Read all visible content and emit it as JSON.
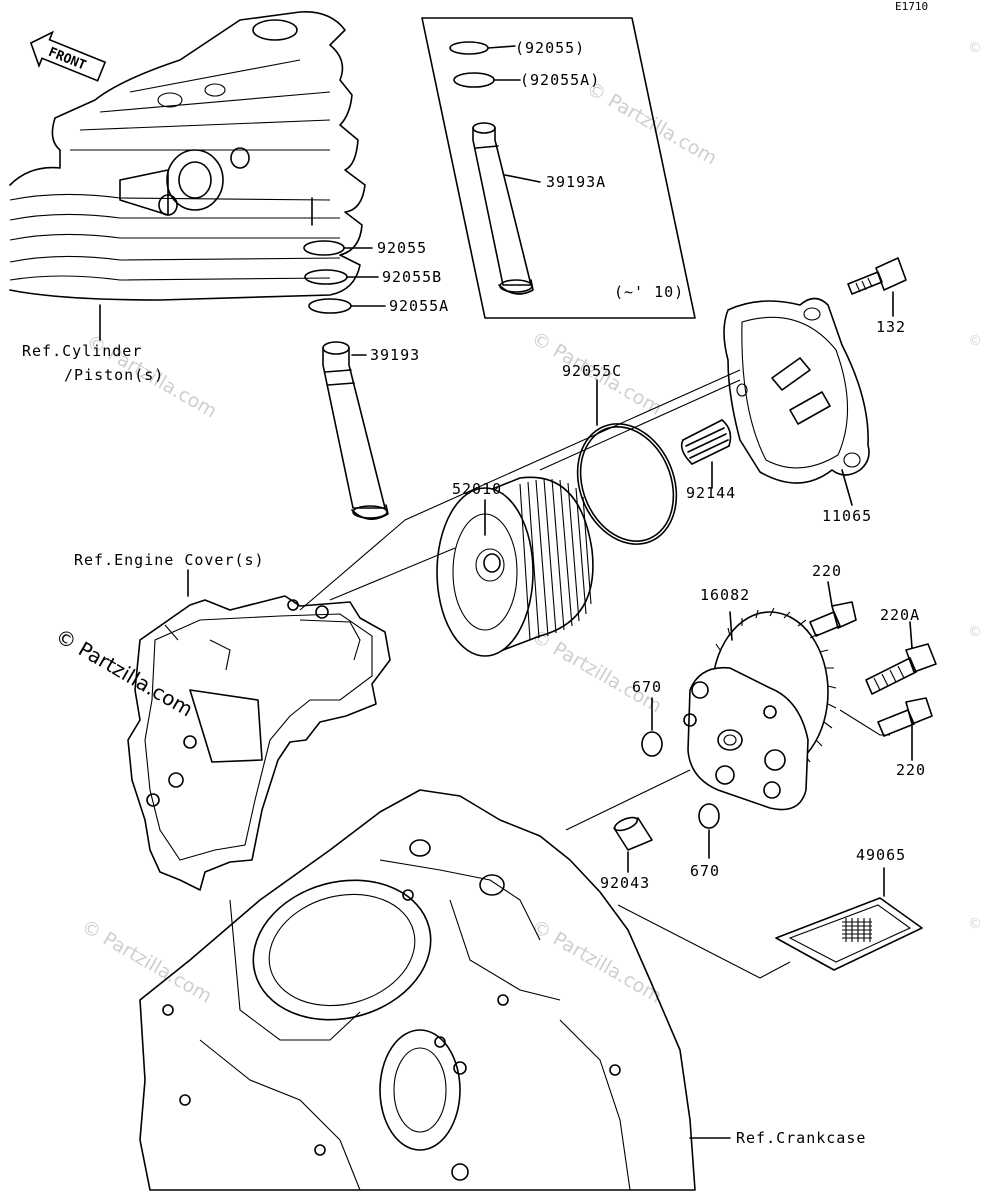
{
  "diagram_code": "E1710",
  "labels": {
    "p92055_paren": "(92055)",
    "p92055a_paren": "(92055A)",
    "p39193a": "39193A",
    "inset_note": "(~' 10)",
    "p92055": "92055",
    "p92055b": "92055B",
    "p92055a": "92055A",
    "p39193": "39193",
    "ref_cylinder_1": "Ref.Cylinder",
    "ref_cylinder_2": "/Piston(s)",
    "p132": "132",
    "p92055c": "92055C",
    "p52010": "52010",
    "p92144": "92144",
    "p11065": "11065",
    "ref_engine_cover": "Ref.Engine Cover(s)",
    "p220_top": "220",
    "p16082": "16082",
    "p220a": "220A",
    "p670_top": "670",
    "p220_bottom": "220",
    "p92043": "92043",
    "p670_bottom": "670",
    "p49065": "49065",
    "ref_crankcase": "Ref.Crankcase"
  },
  "front_arrow": "FRONT",
  "watermark": "© Partzilla.com",
  "copyright_mark": "©"
}
